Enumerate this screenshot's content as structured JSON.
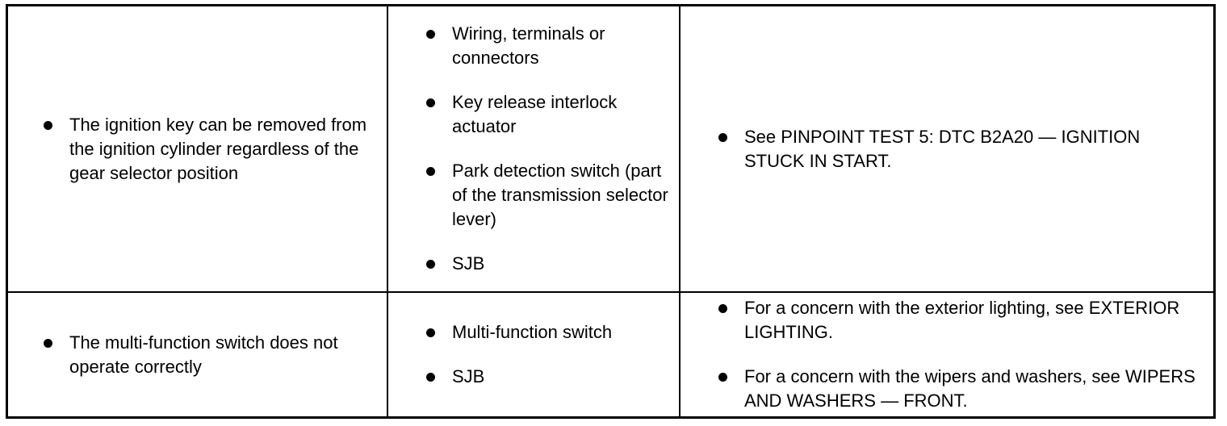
{
  "rows": [
    {
      "condition": [
        "The ignition key can be removed from the ignition cylinder regardless of the gear selector position"
      ],
      "causes": [
        "Wiring, terminals or connectors",
        "Key release interlock actuator",
        "Park detection switch (part of the transmission selector lever)",
        "SJB"
      ],
      "actions": [
        "See PINPOINT TEST 5: DTC B2A20 — IGNITION STUCK IN START."
      ]
    },
    {
      "condition": [
        "The multi-function switch does not operate correctly"
      ],
      "causes": [
        "Multi-function switch",
        "SJB"
      ],
      "actions": [
        "For a concern with the exterior lighting, see EXTERIOR LIGHTING.",
        "For a concern with the wipers and washers, see WIPERS AND WASHERS — FRONT."
      ]
    }
  ]
}
